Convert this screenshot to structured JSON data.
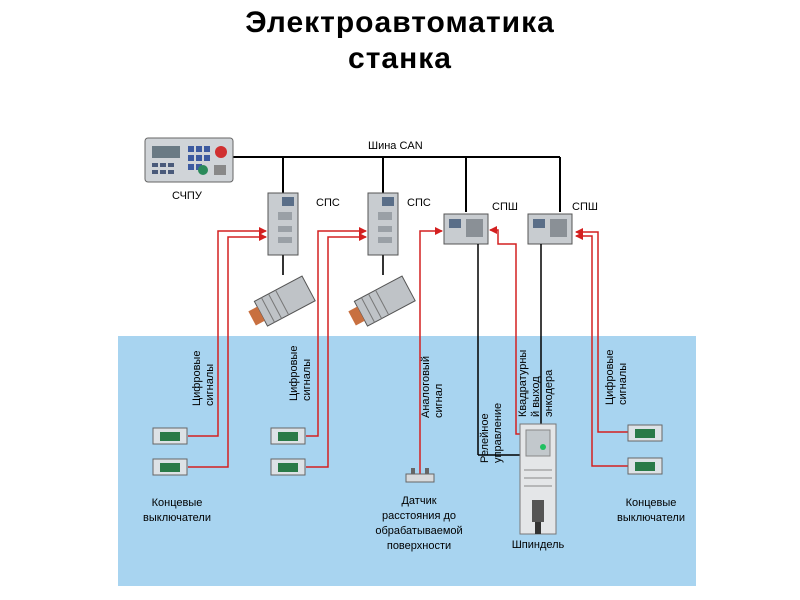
{
  "title": {
    "line1": "Электроавтоматика",
    "line2": "станка"
  },
  "diagram": {
    "bus_label": "Шина CAN",
    "cnc_label": "СЧПУ",
    "sps_label": "СПС",
    "spsh_label": "СПШ",
    "digital_signals": [
      "Цифровые",
      "сигналы"
    ],
    "analog_signal": [
      "Аналоговый",
      "сигнал"
    ],
    "relay_control": [
      "Релейное",
      "управление"
    ],
    "quadrature": [
      "Квадратурны",
      "й выход",
      "энкодера"
    ],
    "limit_switches": [
      "Концевые",
      "выключатели"
    ],
    "sensor": [
      "Датчик",
      "расстояния до",
      "обрабатываемой",
      "поверхности"
    ],
    "spindle_label": "Шпиндель"
  },
  "colors": {
    "background_panel": "#a8d4f0",
    "signal_line": "#d42020",
    "bus_line": "#000000"
  }
}
